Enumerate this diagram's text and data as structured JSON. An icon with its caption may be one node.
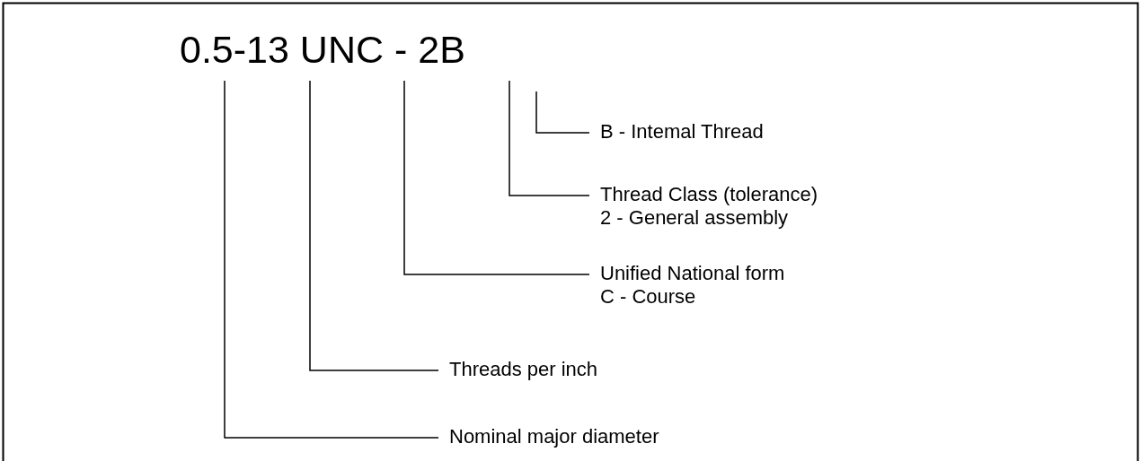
{
  "diagram": {
    "title": "0.5-13 UNC - 2B",
    "nodes": [
      {
        "text": [
          "B - Intemal Thread"
        ]
      },
      {
        "text": [
          "Thread Class (tolerance)",
          "2 - General assembly"
        ]
      },
      {
        "text": [
          "Unified National form",
          "C - Course"
        ]
      },
      {
        "text": [
          "Threads per inch"
        ]
      },
      {
        "text": [
          "Nominal major diameter"
        ]
      }
    ],
    "edges": [
      {
        "from": 0,
        "to": null,
        "arrow": "none"
      },
      {
        "from": 1,
        "to": null,
        "arrow": "none"
      },
      {
        "from": 2,
        "to": null,
        "arrow": "none"
      },
      {
        "from": 3,
        "to": null,
        "arrow": "none"
      },
      {
        "from": 4,
        "to": null,
        "arrow": "none"
      }
    ]
  }
}
